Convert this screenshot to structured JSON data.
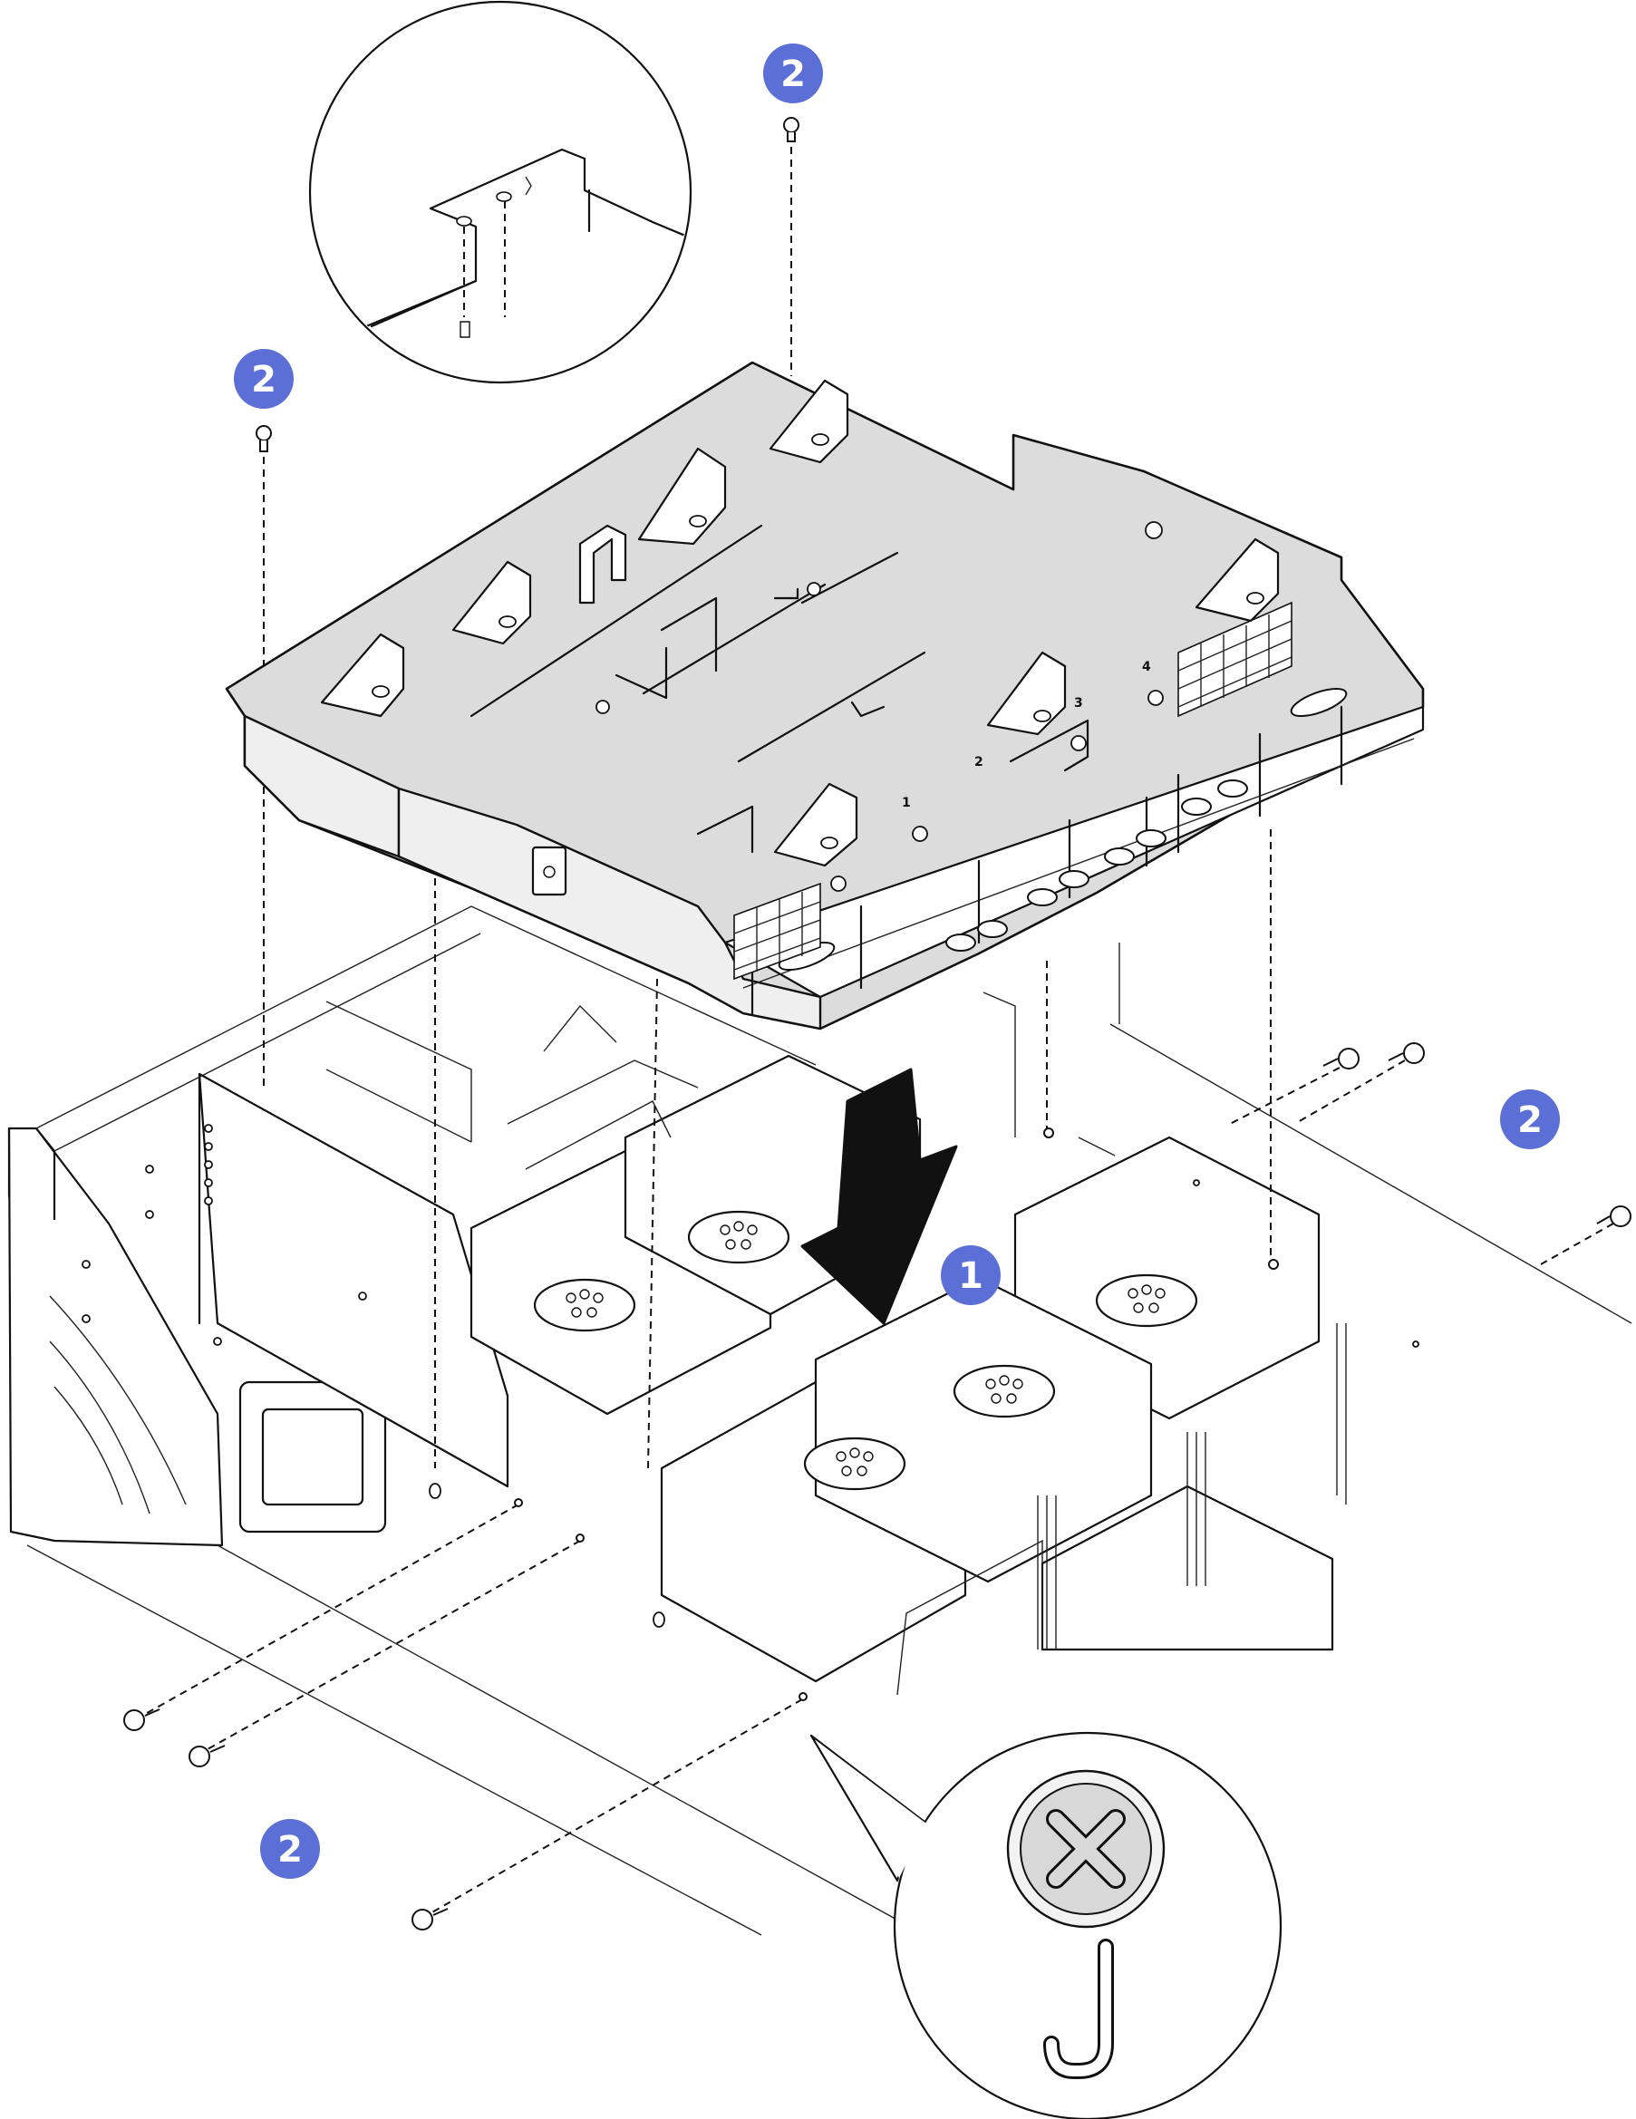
{
  "callouts": [
    {
      "id": "step-1",
      "number": "1",
      "color": "#5b6fd6"
    },
    {
      "id": "step-2-top",
      "number": "2",
      "color": "#5b6fd6"
    },
    {
      "id": "step-2-left",
      "number": "2",
      "color": "#5b6fd6"
    },
    {
      "id": "step-2-right",
      "number": "2",
      "color": "#5b6fd6"
    },
    {
      "id": "step-2-bottom",
      "number": "2",
      "color": "#5b6fd6"
    }
  ],
  "slot_labels": [
    "1",
    "2",
    "3",
    "4"
  ],
  "colors": {
    "callout": "#5b6fd6",
    "tray_fill": "#dcdcdc",
    "arrow": "#111111",
    "line": "#111111"
  },
  "icons": {
    "arrow": "arrow-down-icon",
    "screw": "screw-icon",
    "phillips": "phillips-screw-head-icon"
  }
}
